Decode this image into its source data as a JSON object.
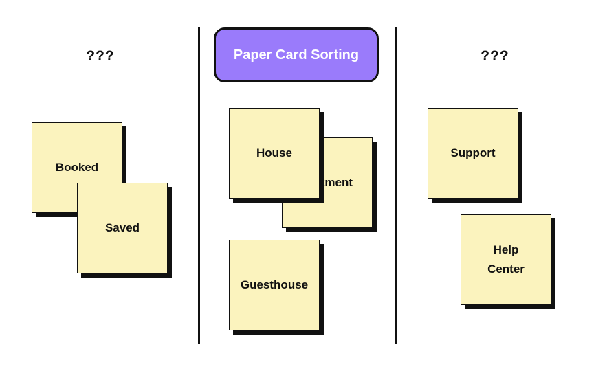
{
  "colors": {
    "note_fill": "#FBF3BE",
    "title_fill": "#9A7BFB",
    "ink": "#111111"
  },
  "title": "Paper Card Sorting",
  "columns": [
    {
      "heading": "???",
      "cards": [
        "Booked",
        "Saved"
      ]
    },
    {
      "heading": "",
      "cards": [
        "Apartment",
        "House",
        "Guesthouse"
      ]
    },
    {
      "heading": "???",
      "cards": [
        "Support",
        "Help Center"
      ]
    }
  ]
}
